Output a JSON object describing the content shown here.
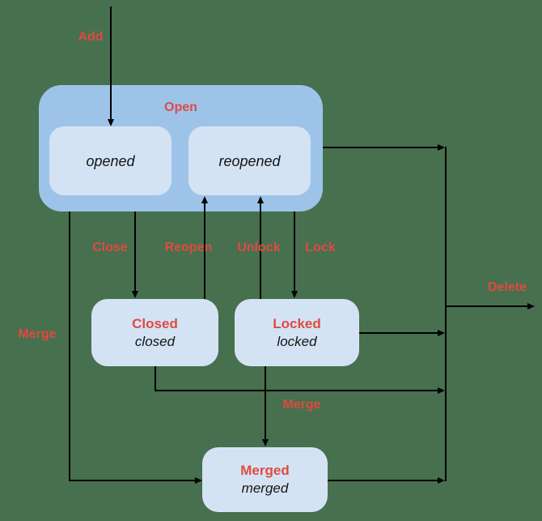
{
  "colors": {
    "bg": "#47704F",
    "line": "#000000",
    "red": "#E04A3F",
    "container": "#9DC4E8",
    "statefill": "#D4E3F4",
    "dark": "#151515"
  },
  "open_group": {
    "label": "Open",
    "opened": "opened",
    "reopened": "reopened"
  },
  "states": {
    "closed": {
      "title": "Closed",
      "subtitle": "closed"
    },
    "locked": {
      "title": "Locked",
      "subtitle": "locked"
    },
    "merged": {
      "title": "Merged",
      "subtitle": "merged"
    }
  },
  "transitions": {
    "add": "Add",
    "close": "Close",
    "reopen": "Reopen",
    "unlock": "Unlock",
    "lock": "Lock",
    "merge_left": "Merge",
    "merge_bottom": "Merge",
    "delete": "Delete"
  }
}
